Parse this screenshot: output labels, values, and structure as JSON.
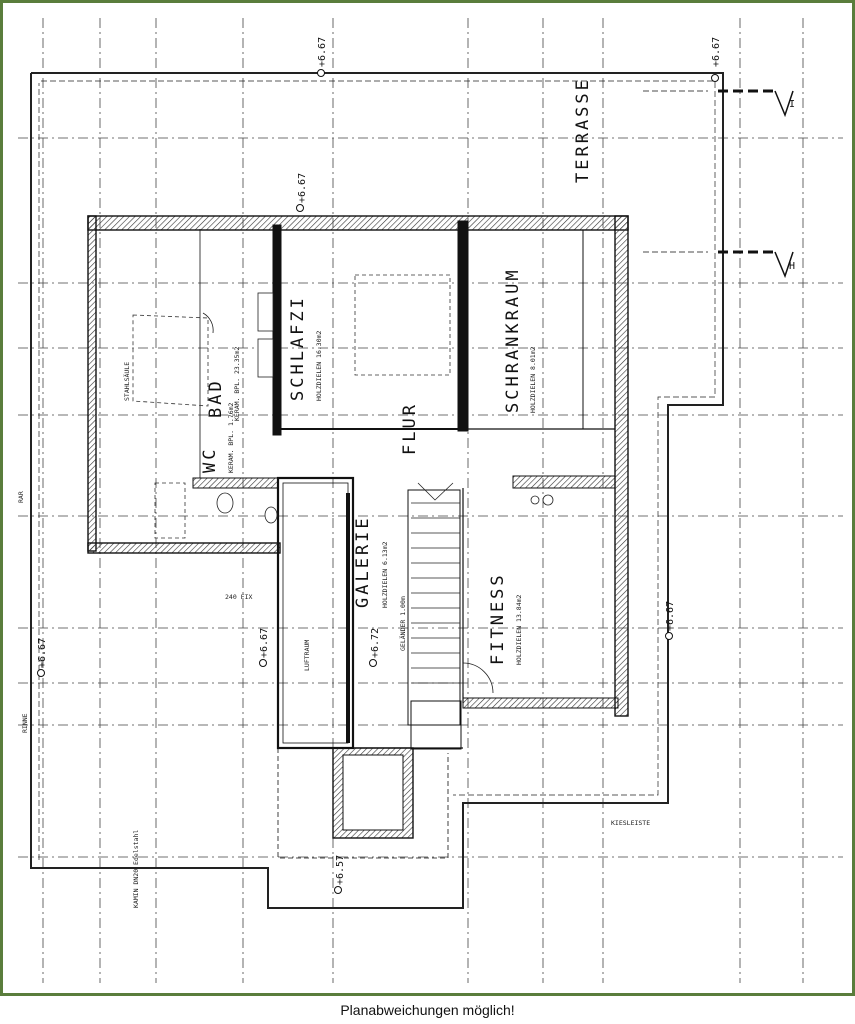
{
  "caption": "Planabweichungen möglich!",
  "rooms": {
    "terrasse": "TERRASSE",
    "schlafzi": "SCHLAFZI",
    "schrankraum": "SCHRANKRAUM",
    "bad": "BAD",
    "wc": "WC",
    "galerie": "GALERIE",
    "flur": "FLUR",
    "fitness": "FITNESS"
  },
  "room_notes": {
    "schlafzi": "HOLZDIELEN 16.30m2",
    "schrankraum": "HOLZDIELEN 8.01m2",
    "bad": "KERAM. BPL. 23.35m2",
    "wc": "KERAM. BPL. 1.76m2",
    "galerie": "HOLZDIELEN 6.13m2",
    "fitness": "HOLZDIELEN 13.84m2",
    "luftraum": "LUFTRAUM"
  },
  "levels": [
    "+6.67",
    "+6.67",
    "+6.67",
    "+6.67",
    "+6.67",
    "+6.67",
    "+6.72",
    "+6.57"
  ],
  "section_marks": [
    "I",
    "H"
  ],
  "annotations": {
    "rinne": "RINNE",
    "kiesleiste": "KIESLEISTE",
    "gelaender": "GELÄNDER 1.00m",
    "stahlsaeule": "STAHLSÄULE",
    "kamin": "KAMIN DN20 Edelstahl",
    "fix": "240 FIX",
    "rar": "RAR"
  }
}
